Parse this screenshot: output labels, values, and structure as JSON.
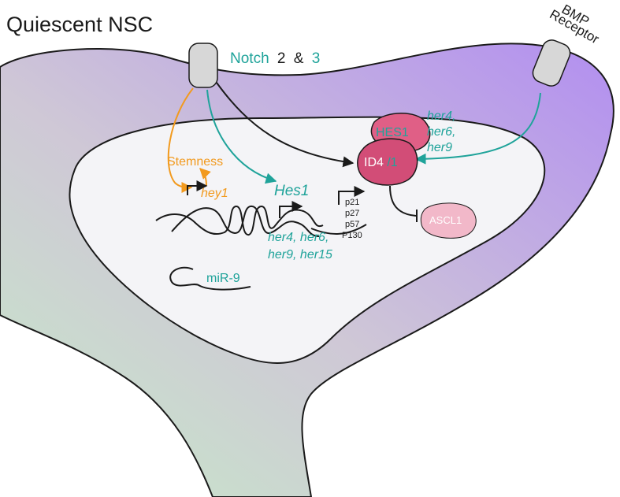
{
  "title": "Quiescent NSC",
  "receptors": {
    "notch_word": "Notch",
    "notch_two": "2",
    "notch_amp": "&",
    "notch_three": "3",
    "bmp_line1": "BMP",
    "bmp_line2": "Receptor"
  },
  "genes": {
    "stemness": "Stemness",
    "hey1": "hey1",
    "hes1": "Hes1",
    "her_group_line1": "her4, her6,",
    "her_group_line2": "her9, her15",
    "cki": [
      "p21",
      "p27",
      "p57",
      "P130"
    ],
    "mir9": "miR-9"
  },
  "proteins": {
    "hes1": "HES1",
    "id4_a": "ID4",
    "id4_b": "/1",
    "ascl1": "ASCL1",
    "her_right_line1": "her4,",
    "her_right_line2": "her6,",
    "her_right_line3": "her9"
  },
  "colors": {
    "teal": "#1fa39a",
    "orange": "#f29a1e",
    "hes1_protein": "#e05f86",
    "id4_protein": "#d24d77",
    "ascl1_protein": "#f2b8c9",
    "receptor": "#d7d7d7",
    "nucleus": "#f4f4f7"
  },
  "icons": [
    "notch-receptor-icon",
    "bmp-receptor-icon",
    "promoter-arrow-icon",
    "dna-strand-icon",
    "mirna-icon"
  ]
}
